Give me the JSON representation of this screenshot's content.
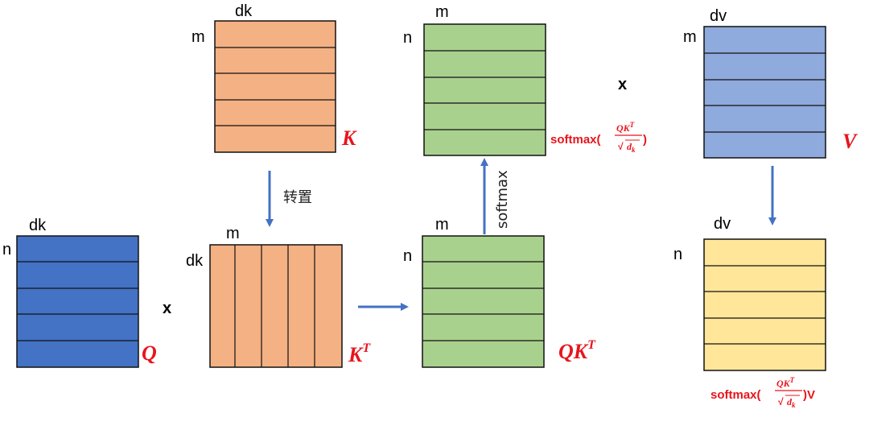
{
  "colors": {
    "k_fill": "#f4b183",
    "q_fill": "#4472c4",
    "qk_fill": "#a9d18e",
    "v_fill": "#8faadc",
    "out_fill": "#ffe699",
    "arrow": "#4472c4",
    "label_red": "#e8141c"
  },
  "dims": {
    "k_col": "dk",
    "k_row": "m",
    "q_col": "dk",
    "q_row": "n",
    "kt_col": "m",
    "kt_row": "dk",
    "qkt_col": "m",
    "qkt_row": "n",
    "soft_col": "m",
    "soft_row": "n",
    "v_col": "dv",
    "v_row": "m",
    "out_col": "dv",
    "out_row": "n"
  },
  "operators": {
    "times_qk": "x",
    "times_v": "x"
  },
  "labels": {
    "k": "K",
    "q": "Q",
    "v": "V",
    "kt_base": "K",
    "kt_sup": "T",
    "qkt_base": "QK",
    "qkt_sup": "T",
    "transpose": "转置",
    "softmax_arrow": "softmax",
    "softmax_prefix": "softmax(",
    "softmax_suffix": ")",
    "softmax_v_suffix": ")V",
    "frac_num_base": "QK",
    "frac_num_sup": "T",
    "frac_den_base": "d",
    "frac_den_sub": "k",
    "sqrt_sign": "√"
  }
}
